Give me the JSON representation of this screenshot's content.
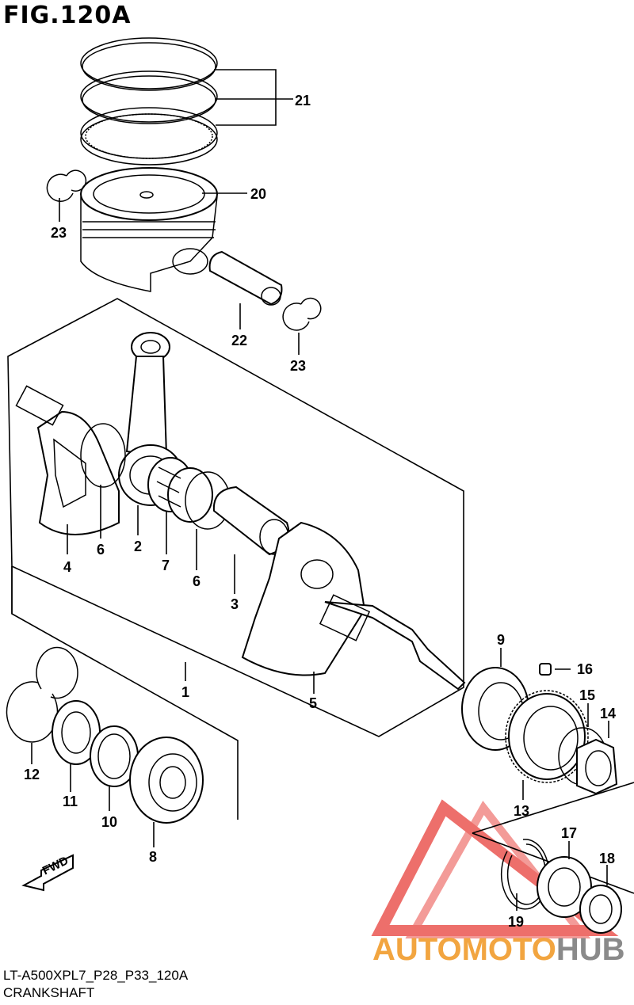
{
  "figure": {
    "title": "FIG.120A"
  },
  "footer": {
    "model_code": "LT-A500XPL7_P28_P33_120A",
    "section_name": "CRANKSHAFT"
  },
  "fwd_label": "FWD",
  "watermark": {
    "part1": "AUTO",
    "part2": "MOTO",
    "part3": "HUB"
  },
  "callouts": [
    {
      "id": "c21",
      "text": "21"
    },
    {
      "id": "c20",
      "text": "20"
    },
    {
      "id": "c23a",
      "text": "23"
    },
    {
      "id": "c22",
      "text": "22"
    },
    {
      "id": "c23b",
      "text": "23"
    },
    {
      "id": "c4",
      "text": "4"
    },
    {
      "id": "c6a",
      "text": "6"
    },
    {
      "id": "c2",
      "text": "2"
    },
    {
      "id": "c7",
      "text": "7"
    },
    {
      "id": "c6b",
      "text": "6"
    },
    {
      "id": "c3",
      "text": "3"
    },
    {
      "id": "c1",
      "text": "1"
    },
    {
      "id": "c5",
      "text": "5"
    },
    {
      "id": "c9",
      "text": "9"
    },
    {
      "id": "c16",
      "text": "16"
    },
    {
      "id": "c15",
      "text": "15"
    },
    {
      "id": "c14",
      "text": "14"
    },
    {
      "id": "c13",
      "text": "13"
    },
    {
      "id": "c12",
      "text": "12"
    },
    {
      "id": "c11",
      "text": "11"
    },
    {
      "id": "c10",
      "text": "10"
    },
    {
      "id": "c8",
      "text": "8"
    },
    {
      "id": "c17",
      "text": "17"
    },
    {
      "id": "c18",
      "text": "18"
    },
    {
      "id": "c19",
      "text": "19"
    }
  ],
  "colors": {
    "watermark_red": "#e8403a",
    "watermark_orange": "#f2a540",
    "watermark_gray": "#8a8a8a",
    "line": "#000000"
  }
}
